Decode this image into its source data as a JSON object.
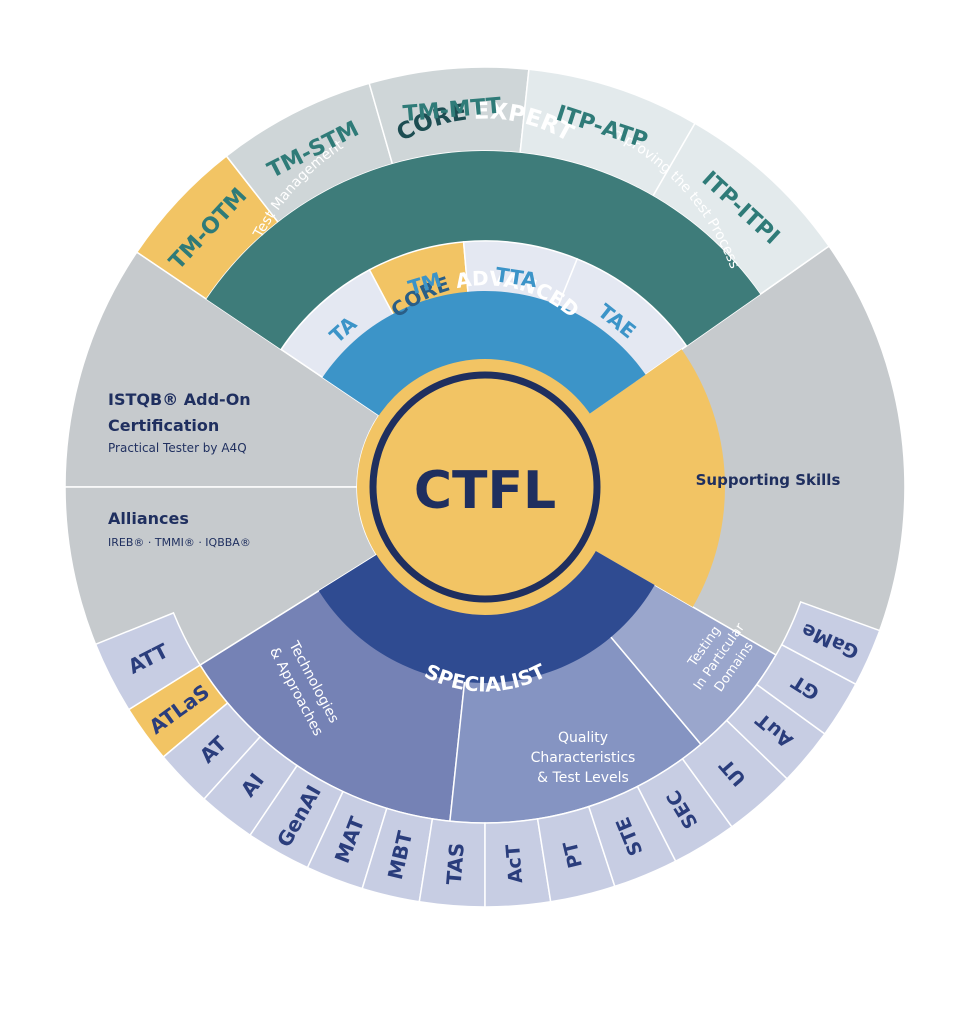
{
  "center": {
    "label": "CTFL"
  },
  "colors": {
    "yellow": "#f2c464",
    "teal": "#3e7c7a",
    "teal_text": "#2f7b78",
    "advanced_blue": "#3c94c8",
    "specialist_navy": "#2f4b91",
    "tech_purple": "#7582b5",
    "quality_purple": "#8594c2",
    "domain_purple": "#9aa6cc",
    "outer_lavender": "#c7cde3",
    "outer_gray": "#c6cacd",
    "expert_gray": "#cfd6d8",
    "expert_pale": "#e3eaec",
    "navy_text": "#2a3d7c",
    "white": "#ffffff"
  },
  "core_expert": {
    "label_part1": "CORE",
    "label_part2": "EXPERT",
    "arc_left": "Test Management",
    "arc_right": "Improving the test Process",
    "modules": [
      "TM-OTM",
      "TM-STM",
      "TM-MTT",
      "ITP-ATP",
      "ITP-ITPI"
    ]
  },
  "core_advanced": {
    "label_part1": "CORE",
    "label_part2": "ADVANCED",
    "modules": [
      "TA",
      "TM",
      "TTA",
      "TAE"
    ]
  },
  "supporting_skills": {
    "label": "Supporting Skills"
  },
  "add_on": {
    "title_line1": "ISTQB® Add-On",
    "title_line2": "Certification",
    "subtitle": "Practical Tester by A4Q"
  },
  "alliances": {
    "title": "Alliances",
    "subtitle": "IREB® · TMMI® · IQBBA®"
  },
  "specialist": {
    "label": "SPECIALIST",
    "tech": {
      "line1": "Technologies",
      "line2": "& Approaches"
    },
    "quality": {
      "line1": "Quality",
      "line2": "Characteristics",
      "line3": "& Test Levels"
    },
    "domains": {
      "line1": "Testing",
      "line2": "In Particular",
      "line3": "Domains"
    }
  },
  "outer_modules": {
    "left": [
      "ATT",
      "ATLaS",
      "AT",
      "AI",
      "GenAI",
      "MAT",
      "MBT",
      "TAS"
    ],
    "bottom": [
      "AcT",
      "PT",
      "STE",
      "SEC",
      "UT"
    ],
    "right": [
      "AuT",
      "GT",
      "GaMe"
    ]
  }
}
